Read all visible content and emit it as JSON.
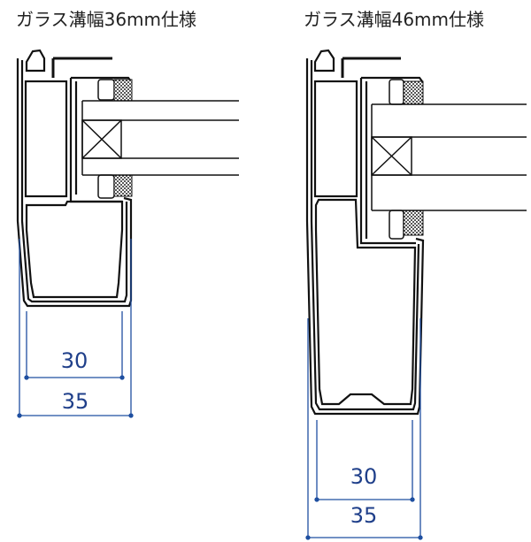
{
  "diagrams": [
    {
      "title": "ガラス溝幅36mm仕様",
      "dim_inner": "30",
      "dim_outer": "35"
    },
    {
      "title": "ガラス溝幅46mm仕様",
      "dim_inner": "30",
      "dim_outer": "35"
    }
  ],
  "colors": {
    "line": "#111111",
    "dimension": "#1f4fa0",
    "dimension_text": "#1f3f8a"
  }
}
